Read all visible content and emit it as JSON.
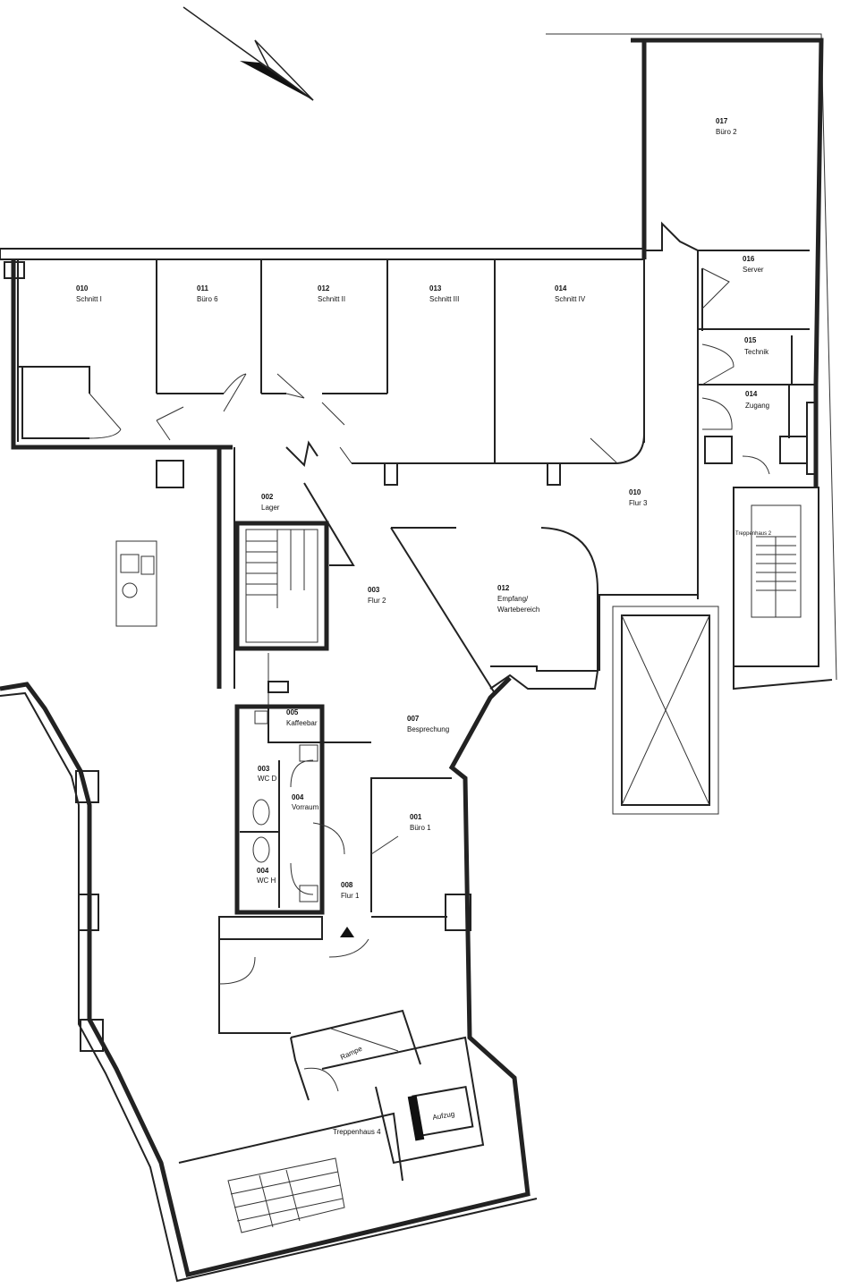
{
  "title": "Floor plan",
  "rooms": [
    {
      "num": "010",
      "name": "Schnitt I"
    },
    {
      "num": "011",
      "name": "Büro 6"
    },
    {
      "num": "012",
      "name": "Schnitt II"
    },
    {
      "num": "013",
      "name": "Schnitt III"
    },
    {
      "num": "014",
      "name": "Schnitt IV"
    },
    {
      "num": "017",
      "name": "Büro 2"
    },
    {
      "num": "016",
      "name": "Server"
    },
    {
      "num": "015",
      "name": "Technik"
    },
    {
      "num": "014",
      "name": "Zugang"
    },
    {
      "num": "002",
      "name": "Lager"
    },
    {
      "num": "003",
      "name": "Flur 2"
    },
    {
      "num": "010",
      "name": "Flur 3"
    },
    {
      "num": "012",
      "name": "Empfang/",
      "name2": "Wartebereich"
    },
    {
      "num": "005",
      "name": "Kaffeebar"
    },
    {
      "num": "007",
      "name": "Besprechung"
    },
    {
      "num": "003",
      "name": "WC D"
    },
    {
      "num": "004",
      "name": "Vorraum"
    },
    {
      "num": "004",
      "name": "WC H"
    },
    {
      "num": "008",
      "name": "Flur 1"
    },
    {
      "num": "001",
      "name": "Büro 1"
    }
  ],
  "other_labels": {
    "ramp": "Rampe",
    "elevator": "Aufzug",
    "stair_south": "Treppenhaus 4",
    "stair_east": "Treppenhaus 2"
  },
  "colors": {
    "wall": "#222222",
    "background": "#ffffff"
  }
}
